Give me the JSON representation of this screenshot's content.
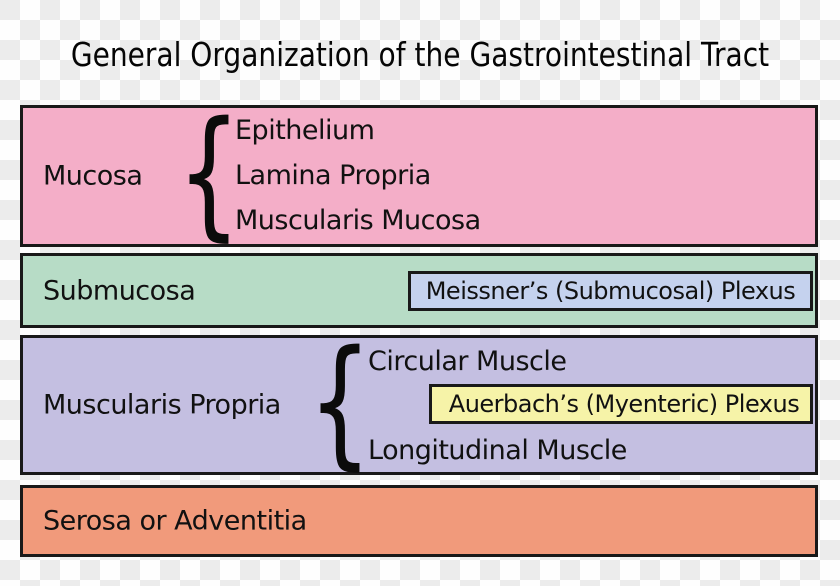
{
  "title": "General Organization of the Gastrointestinal Tract",
  "colors": {
    "mucosa_fill": "#f4aec8",
    "submucosa_fill": "#b7dcc6",
    "meissner_fill": "#c5d2ee",
    "muscularis_fill": "#c4bfe1",
    "auerbach_fill": "#f6f3a8",
    "serosa_fill": "#f19a7b",
    "border": "#191919",
    "checker_light": "#fefefe",
    "checker_dark": "#ececec"
  },
  "diagram": {
    "brace_glyph": "{",
    "mucosa": {
      "label": "Mucosa",
      "sublayers": [
        "Epithelium",
        "Lamina Propria",
        "Muscularis Mucosa"
      ]
    },
    "submucosa": {
      "label": "Submucosa",
      "plexus_label": "Meissner’s (Submucosal) Plexus"
    },
    "muscularis_propria": {
      "label": "Muscularis Propria",
      "sublayer_top": "Circular Muscle",
      "plexus_label": "Auerbach’s (Myenteric) Plexus",
      "sublayer_bottom": "Longitudinal Muscle"
    },
    "serosa": {
      "label": "Serosa or Adventitia"
    }
  }
}
